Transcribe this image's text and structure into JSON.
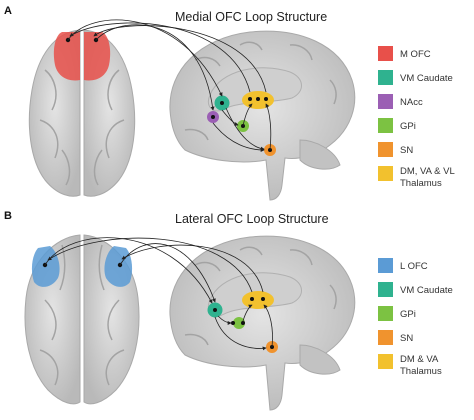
{
  "panel_a": {
    "letter": "A",
    "title": "Medial OFC Loop Structure",
    "legend": [
      {
        "label": "M OFC",
        "color": "#e8504a"
      },
      {
        "label": "VM Caudate",
        "color": "#2fb28f"
      },
      {
        "label": "NAcc",
        "color": "#9b5fb4"
      },
      {
        "label": "GPi",
        "color": "#7cc242"
      },
      {
        "label": "SN",
        "color": "#f0932e"
      },
      {
        "label": "DM, VA & VL",
        "label2": "Thalamus",
        "color": "#f2c12e"
      }
    ]
  },
  "panel_b": {
    "letter": "B",
    "title": "Lateral OFC Loop Structure",
    "legend": [
      {
        "label": "L OFC",
        "color": "#5b9bd5"
      },
      {
        "label": "VM Caudate",
        "color": "#2fb28f"
      },
      {
        "label": "GPi",
        "color": "#7cc242"
      },
      {
        "label": "SN",
        "color": "#f0932e"
      },
      {
        "label": "DM & VA",
        "label2": "Thalamus",
        "color": "#f2c12e"
      }
    ]
  }
}
